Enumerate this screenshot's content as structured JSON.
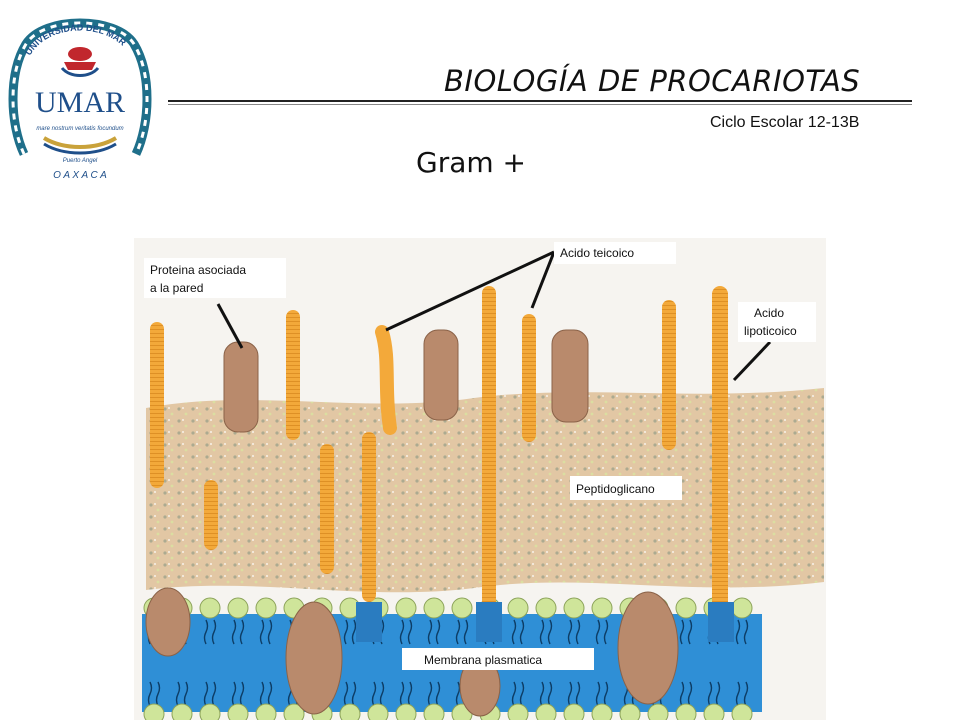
{
  "header": {
    "title": "BIOLOGÍA DE PROCARIOTAS",
    "subtitle": "Ciclo Escolar 12-13B",
    "heading": "Gram +"
  },
  "logo": {
    "ring_text": "UNIVERSIDAD DEL MAR",
    "monogram": "UMAR",
    "motto": "mare nostrum veritatis focundum",
    "place": "Puerto Angel",
    "state": "O A X A C A"
  },
  "diagram": {
    "labels": {
      "protein": [
        "Proteina asociada",
        "a la pared"
      ],
      "teichoic": "Acido teicoico",
      "lipoteichoic": [
        "Acido",
        "lipoticoico"
      ],
      "peptidoglycan": "Peptidoglicano",
      "membrane": "Membrana plasmatica"
    },
    "colors": {
      "wall": "#e2c7a4",
      "rod": "#f3a93a",
      "protein": "#b98a6c",
      "membrane": "#2f8fd6",
      "head": "#cfe59a"
    }
  }
}
